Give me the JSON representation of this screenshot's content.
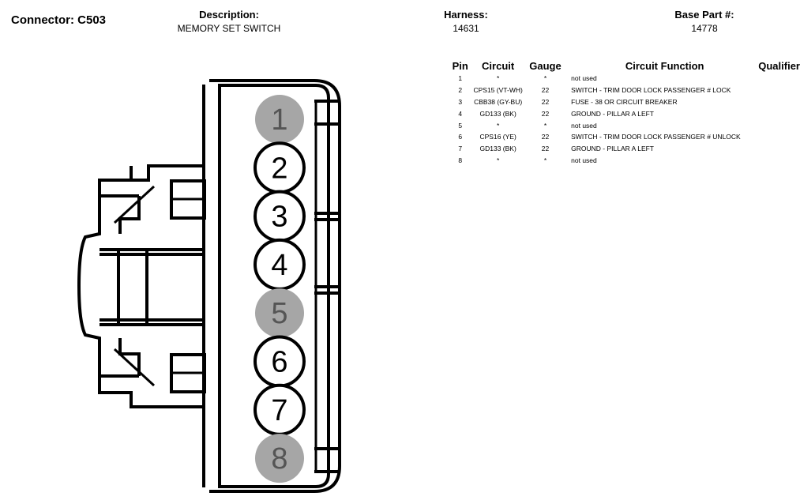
{
  "connector": {
    "label": "Connector: C503"
  },
  "description": {
    "label": "Description:",
    "value": "MEMORY SET SWITCH"
  },
  "harness": {
    "label": "Harness:",
    "value": "14631"
  },
  "base_part": {
    "label": "Base Part #:",
    "value": "14778"
  },
  "table": {
    "headers": {
      "pin": "Pin",
      "circuit": "Circuit",
      "gauge": "Gauge",
      "function": "Circuit Function",
      "qualifier": "Qualifier"
    },
    "rows": [
      {
        "pin": "1",
        "circuit": "*",
        "gauge": "*",
        "function": "not used",
        "qualifier": ""
      },
      {
        "pin": "2",
        "circuit": "CPS15 (VT-WH)",
        "gauge": "22",
        "function": "SWITCH - TRIM DOOR LOCK PASSENGER # LOCK",
        "qualifier": ""
      },
      {
        "pin": "3",
        "circuit": "CBB38 (GY-BU)",
        "gauge": "22",
        "function": "FUSE - 38 OR CIRCUIT BREAKER",
        "qualifier": ""
      },
      {
        "pin": "4",
        "circuit": "GD133 (BK)",
        "gauge": "22",
        "function": "GROUND - PILLAR A LEFT",
        "qualifier": ""
      },
      {
        "pin": "5",
        "circuit": "*",
        "gauge": "*",
        "function": "not used",
        "qualifier": ""
      },
      {
        "pin": "6",
        "circuit": "CPS16 (YE)",
        "gauge": "22",
        "function": "SWITCH - TRIM DOOR LOCK PASSENGER # UNLOCK",
        "qualifier": ""
      },
      {
        "pin": "7",
        "circuit": "GD133 (BK)",
        "gauge": "22",
        "function": "GROUND - PILLAR A LEFT",
        "qualifier": ""
      },
      {
        "pin": "8",
        "circuit": "*",
        "gauge": "*",
        "function": "not used",
        "qualifier": ""
      }
    ]
  },
  "diagram": {
    "pins": [
      {
        "label": "1",
        "used": false
      },
      {
        "label": "2",
        "used": true
      },
      {
        "label": "3",
        "used": true
      },
      {
        "label": "4",
        "used": true
      },
      {
        "label": "5",
        "used": false
      },
      {
        "label": "6",
        "used": true
      },
      {
        "label": "7",
        "used": true
      },
      {
        "label": "8",
        "used": false
      }
    ],
    "colors": {
      "unused_fill": "#a6a6a6",
      "unused_text": "#555555",
      "used_fill": "#ffffff",
      "stroke": "#000000"
    }
  }
}
